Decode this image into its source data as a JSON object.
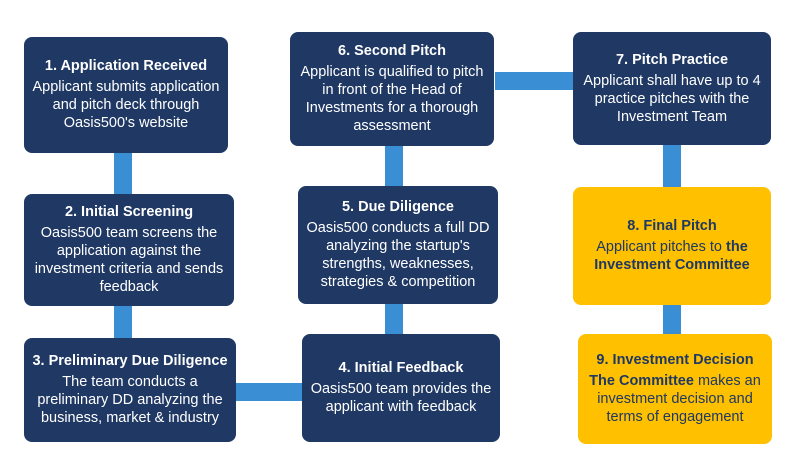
{
  "steps": [
    {
      "title": "1. Application Received",
      "desc": [
        {
          "t": "Applicant submits application and pitch deck through Oasis500's website",
          "b": false
        }
      ]
    },
    {
      "title": "2. Initial Screening",
      "desc": [
        {
          "t": "Oasis500 team screens the application against the investment criteria and sends feedback",
          "b": false
        }
      ]
    },
    {
      "title": "3. Preliminary Due Diligence",
      "desc": [
        {
          "t": "The team conducts a preliminary DD analyzing the business, market & industry",
          "b": false
        }
      ]
    },
    {
      "title": "4. Initial Feedback",
      "desc": [
        {
          "t": "Oasis500 team provides the applicant with feedback",
          "b": false
        }
      ]
    },
    {
      "title": "5. Due Diligence",
      "desc": [
        {
          "t": "Oasis500 conducts a full DD analyzing the startup's strengths, weaknesses, strategies & competition",
          "b": false
        }
      ]
    },
    {
      "title": "6.  Second Pitch",
      "desc": [
        {
          "t": "Applicant is qualified to pitch in front of the Head of Investments for a thorough assessment",
          "b": false
        }
      ]
    },
    {
      "title": "7. Pitch Practice",
      "desc": [
        {
          "t": "Applicant shall have up to 4 practice pitches with the Investment Team",
          "b": false
        }
      ]
    },
    {
      "title": "8. Final Pitch",
      "desc": [
        {
          "t": "Applicant pitches to ",
          "b": false
        },
        {
          "t": "the Investment Committee",
          "b": true
        }
      ]
    },
    {
      "title": "9. Investment Decision",
      "desc": [
        {
          "t": "The Committee",
          "b": true
        },
        {
          "t": " makes an investment decision and terms of engagement",
          "b": false
        }
      ]
    }
  ],
  "colors": {
    "box_blue": "#1f3864",
    "box_gold": "#ffc000",
    "connector": "#3a8fd4",
    "gold_text": "#1f3864"
  }
}
